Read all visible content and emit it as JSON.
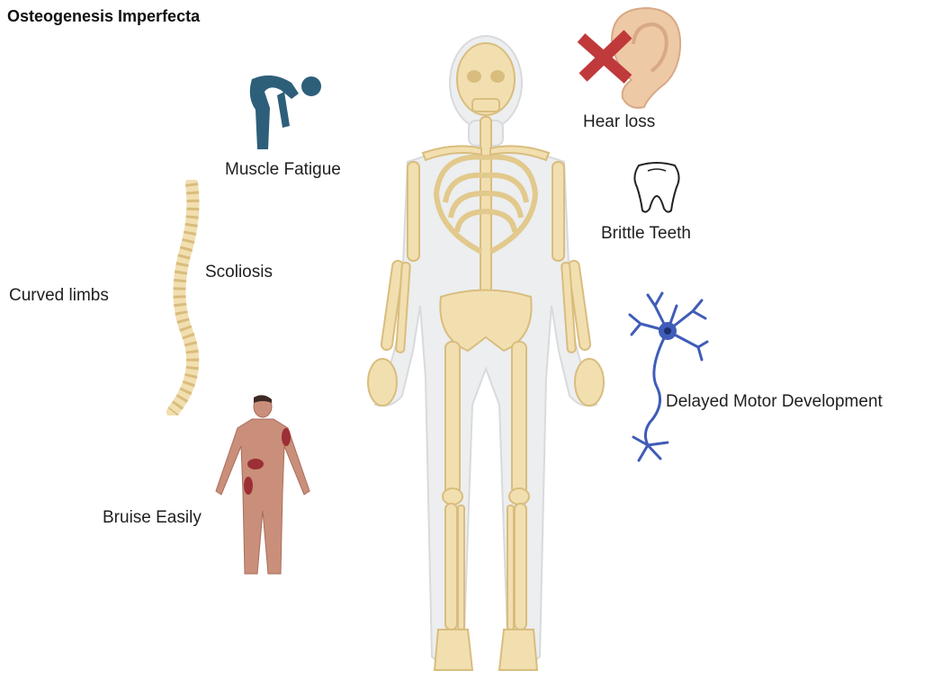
{
  "title": "Osteogenesis Imperfecta",
  "symptoms": {
    "muscle_fatigue": "Muscle Fatigue",
    "scoliosis": "Scoliosis",
    "curved_limbs": "Curved limbs",
    "bruise_easily": "Bruise Easily",
    "hear_loss": "Hear loss",
    "brittle_teeth": "Brittle Teeth",
    "delayed_motor": "Delayed Motor Development"
  },
  "colors": {
    "bone": "#f2dfb0",
    "bone_stroke": "#d9bd7e",
    "body_outline": "#e6e8ea",
    "fatigue_figure": "#2e5f7a",
    "skin": "#c98f7a",
    "bruise": "#9c2f35",
    "ear": "#eec9a5",
    "cross": "#c0393b",
    "neuron": "#3f5cb8"
  }
}
